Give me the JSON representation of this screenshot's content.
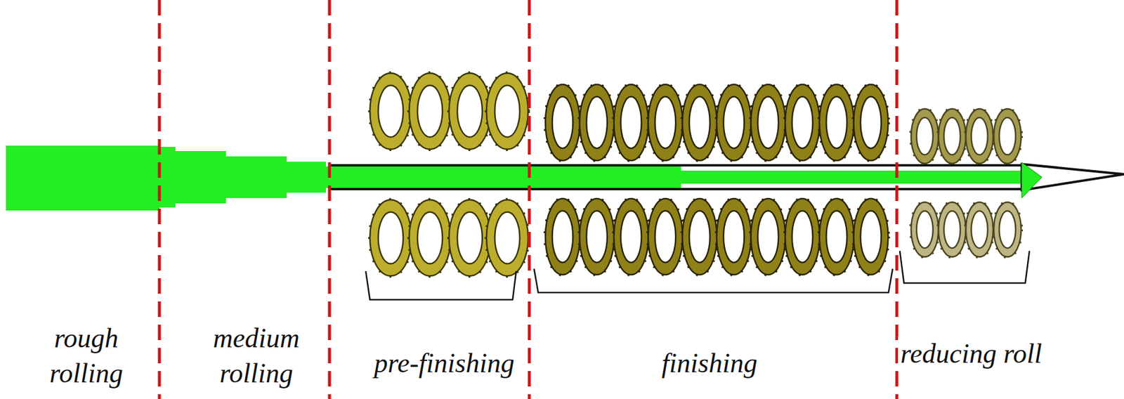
{
  "diagram": {
    "labels": [
      "rough rolling",
      "medium rolling",
      "pre-finishing",
      "finishing",
      "reducing roll"
    ]
  }
}
